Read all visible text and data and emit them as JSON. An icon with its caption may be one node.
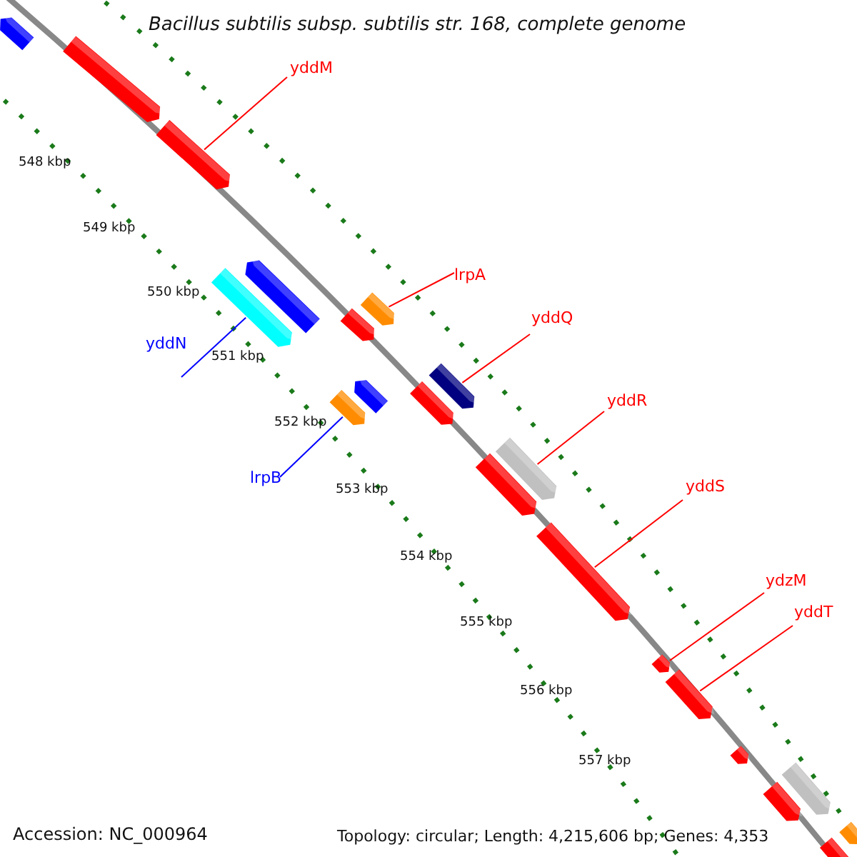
{
  "diagram": {
    "title": "Bacillus subtilis subsp. subtilis str. 168, complete genome",
    "nodes": [
      {
        "text": [
          "yddM"
        ]
      },
      {
        "text": [],
        "shape": "bar"
      },
      {
        "text": [
          "lrpA"
        ]
      },
      {
        "text": [],
        "shape": "bar"
      },
      {
        "text": [
          "yddQ"
        ]
      },
      {
        "text": [],
        "shape": "bar"
      },
      {
        "text": [
          "yddN"
        ]
      },
      {
        "text": [],
        "shape": "bar"
      },
      {
        "text": [
          "yddR"
        ]
      },
      {
        "text": [],
        "shape": "bar"
      },
      {
        "text": [
          "lrpB"
        ]
      },
      {
        "text": [],
        "shape": "bar"
      },
      {
        "text": [
          "yddS"
        ]
      },
      {
        "text": [],
        "shape": "bar"
      },
      {
        "text": [
          "ydzM"
        ]
      },
      {
        "text": [],
        "shape": "bar"
      },
      {
        "text": [
          "yddT"
        ]
      },
      {
        "text": [],
        "shape": "bar"
      },
      {
        "text": [],
        "shape": "bar"
      },
      {
        "text": [],
        "shape": "bar"
      },
      {
        "text": [],
        "shape": "bar"
      },
      {
        "text": [],
        "shape": "bar"
      },
      {
        "text": [],
        "shape": "bar"
      },
      {
        "text": [],
        "shape": "bar"
      },
      {
        "text": [],
        "shape": "bar"
      },
      {
        "text": [],
        "shape": "bar"
      },
      {
        "text": [],
        "shape": "bar"
      },
      {
        "text": [],
        "shape": "bar"
      },
      {
        "text": [],
        "shape": "bar"
      },
      {
        "text": [],
        "shape": "bar"
      }
    ],
    "edges": [
      {
        "from": 0,
        "to": 1,
        "arrow": "none"
      },
      {
        "from": 2,
        "to": 3,
        "arrow": "none"
      },
      {
        "from": 4,
        "to": 5,
        "arrow": "none"
      },
      {
        "from": 6,
        "to": 7,
        "arrow": "none",
        "color": "#0000ff"
      },
      {
        "from": 8,
        "to": 9,
        "arrow": "none"
      },
      {
        "from": 10,
        "to": 11,
        "arrow": "none",
        "color": "#0000ff"
      },
      {
        "from": 12,
        "to": 13,
        "arrow": "none"
      },
      {
        "from": 14,
        "to": 15,
        "arrow": "none"
      },
      {
        "from": 16,
        "to": 17,
        "arrow": "none"
      }
    ],
    "labels": [
      "548 kbp",
      "549 kbp",
      "550 kbp",
      "551 kbp",
      "552 kbp",
      "553 kbp",
      "554 kbp",
      "555 kbp",
      "556 kbp",
      "557 kbp",
      "Accession: NC_000964",
      "Topology: circular; Length: 4,215,606 bp; Genes: 4,353"
    ]
  }
}
